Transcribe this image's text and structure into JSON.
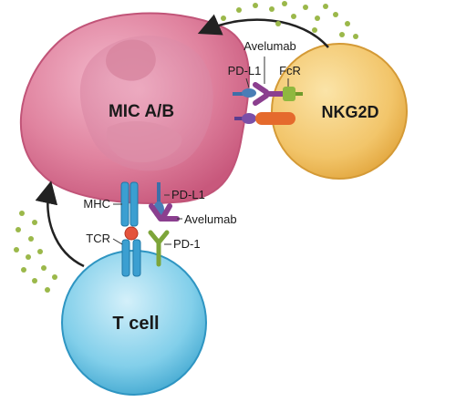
{
  "cells": {
    "tumor": "MIC A/B",
    "nk": "NKG2D",
    "tcell": "T cell"
  },
  "labels": {
    "avelumab_top": "Avelumab",
    "pdl1_top": "PD-L1",
    "fcr": "FcR",
    "mhc": "MHC",
    "tcr": "TCR",
    "pdl1_bottom": "PD-L1",
    "avelumab_bottom": "Avelumab",
    "pd1": "PD-1"
  },
  "colors": {
    "tumor": "#d9759a",
    "nk": "#f2c56a",
    "tcell": "#6fc6e6",
    "avelumab": "#8b3f8f",
    "dots": "#9bb84a"
  }
}
